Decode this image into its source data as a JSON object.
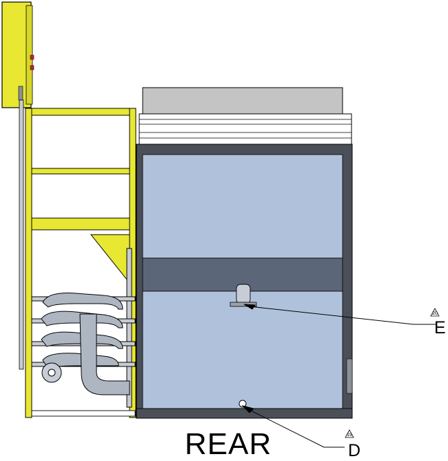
{
  "view_title": "REAR",
  "callouts": [
    {
      "letter": "E",
      "revision": "20"
    },
    {
      "letter": "D",
      "revision": "19"
    }
  ],
  "colors": {
    "frame_yellow": "#e8e832",
    "panel_blue": "#b0c2db",
    "band_dark": "#5b6678",
    "frame_dark": "#4a4f58",
    "pipe_gray": "#aeb6c2",
    "hood_gray": "#c4c4c4"
  }
}
